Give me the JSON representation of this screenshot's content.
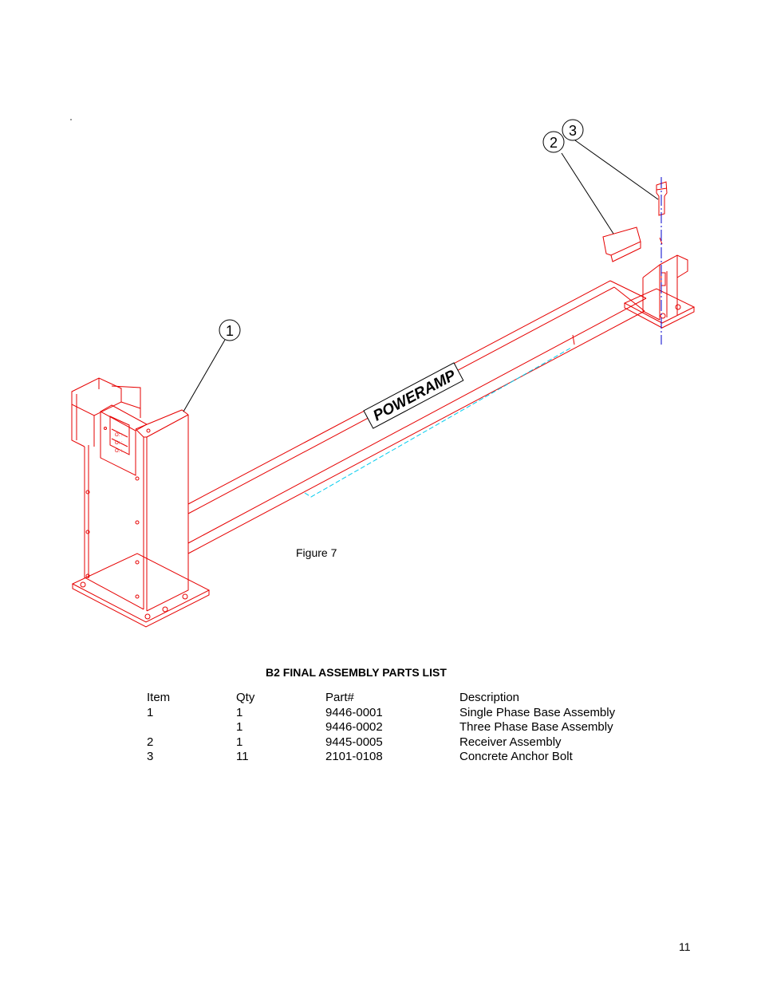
{
  "figure": {
    "caption": "Figure 7",
    "brand_label": "POWERAMP",
    "callouts": [
      "1",
      "2",
      "3"
    ],
    "colors": {
      "frame": "#e60000",
      "centerline": "#0000cc",
      "hidden_edge": "#00ccee",
      "leader": "#000000"
    }
  },
  "parts_list": {
    "title": "B2 FINAL ASSEMBLY PARTS LIST",
    "headers": {
      "item": "Item",
      "qty": "Qty",
      "part": "Part#",
      "description": "Description"
    },
    "rows": [
      {
        "item": "1",
        "qty": "1",
        "part": "9446-0001",
        "description": "Single Phase Base Assembly"
      },
      {
        "item": "",
        "qty": "1",
        "part": "9446-0002",
        "description": "Three Phase Base Assembly"
      },
      {
        "item": "2",
        "qty": "1",
        "part": "9445-0005",
        "description": "Receiver Assembly"
      },
      {
        "item": "3",
        "qty": "11",
        "part": "2101-0108",
        "description": "Concrete Anchor Bolt"
      }
    ]
  },
  "page_number": "11"
}
